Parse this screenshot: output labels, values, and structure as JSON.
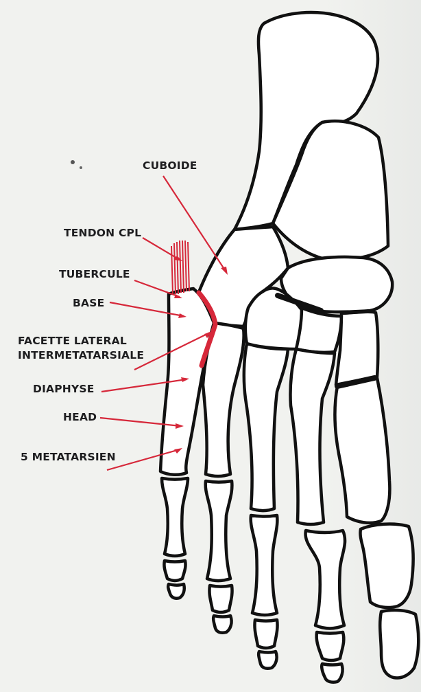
{
  "labels": {
    "cuboide": "CUBOIDE",
    "tendon_cpl": "TENDON CPL",
    "tubercule": "TUBERCULE",
    "base": "BASE",
    "facette_line1": "FACETTE LATERAL",
    "facette_line2": "INTERMETATARSIALE",
    "diaphyse": "DIAPHYSE",
    "head": "HEAD",
    "metatarsien": "5 METATARSIEN"
  },
  "colors": {
    "arrow_red": "#d6283a",
    "bone_outline": "#111111",
    "text": "#1e1e20",
    "background": "#f1f2ef"
  }
}
